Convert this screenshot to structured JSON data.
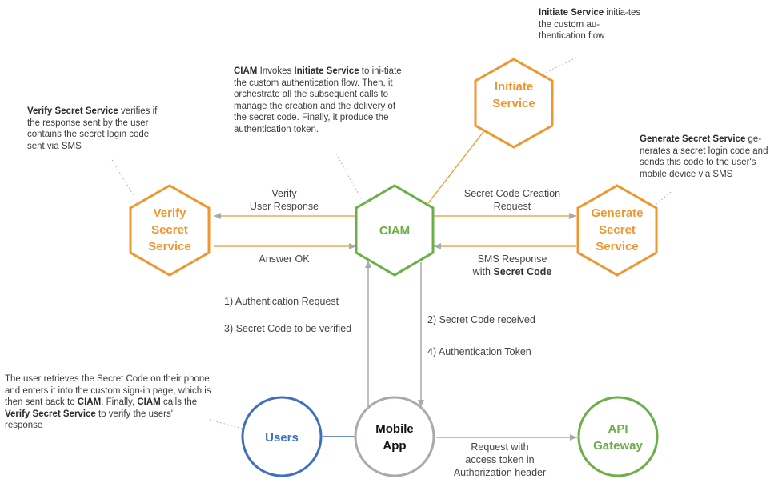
{
  "colors": {
    "orange": "#F0962F",
    "green": "#6AB047",
    "blue": "#3F6FC1",
    "gray": "#AAAAAA",
    "text": "#444444"
  },
  "nodes": {
    "ciam": {
      "label": "CIAM"
    },
    "initiate": {
      "line1": "Initiate",
      "line2": "Service"
    },
    "verify": {
      "line1": "Verify",
      "line2": "Secret",
      "line3": "Service"
    },
    "generate": {
      "line1": "Generate",
      "line2": "Secret",
      "line3": "Service"
    },
    "users": {
      "label": "Users"
    },
    "mobile": {
      "line1": "Mobile",
      "line2": "App"
    },
    "api": {
      "line1": "API",
      "line2": "Gateway"
    }
  },
  "edges": {
    "verify_user_response": {
      "line1": "Verify",
      "line2": "User Response"
    },
    "answer_ok": "Answer OK",
    "secret_code_creation": {
      "line1": "Secret Code Creation",
      "line2": "Request"
    },
    "sms_response": {
      "line1": "SMS Response",
      "line2_prefix": "with ",
      "line2_bold": "Secret Code"
    },
    "auth_request": "1) Authentication Request",
    "secret_to_verify": "3) Secret Code to be verified",
    "secret_received": "2) Secret Code received",
    "auth_token": "4) Authentication Token",
    "request_with_token": {
      "line1": "Request with",
      "line2": "access token in",
      "line3": "Authorization header"
    }
  },
  "notes": {
    "initiate": {
      "bold": "Initiate Service",
      "text": " initia-tes the custom au-thentication flow"
    },
    "ciam": {
      "b1": "CIAM",
      "t1": " Invokes ",
      "b2": "Initiate Service",
      "t2": " to ini-tiate the custom authentication flow. Then, it orchestrate all the subsequent calls to manage the creation and the delivery of the secret code. Finally, it produce the authentication token."
    },
    "verify": {
      "bold": "Verify Secret Service",
      "text": " verifies if the response sent by the user contains the secret login code sent via SMS"
    },
    "generate": {
      "bold": "Generate Secret Service",
      "text": " ge-nerates a secret login code and sends this code to the user's mobile device via SMS"
    },
    "users": {
      "t1": "The user retrieves the Secret Code on their phone and enters it into the custom sign-in page, which is then sent back to ",
      "b1": "CIAM",
      "t2": ". Finally, ",
      "b2": "CIAM",
      "t3": " calls the ",
      "b3": "Verify Secret Service",
      "t4": " to verify the users' response"
    }
  }
}
